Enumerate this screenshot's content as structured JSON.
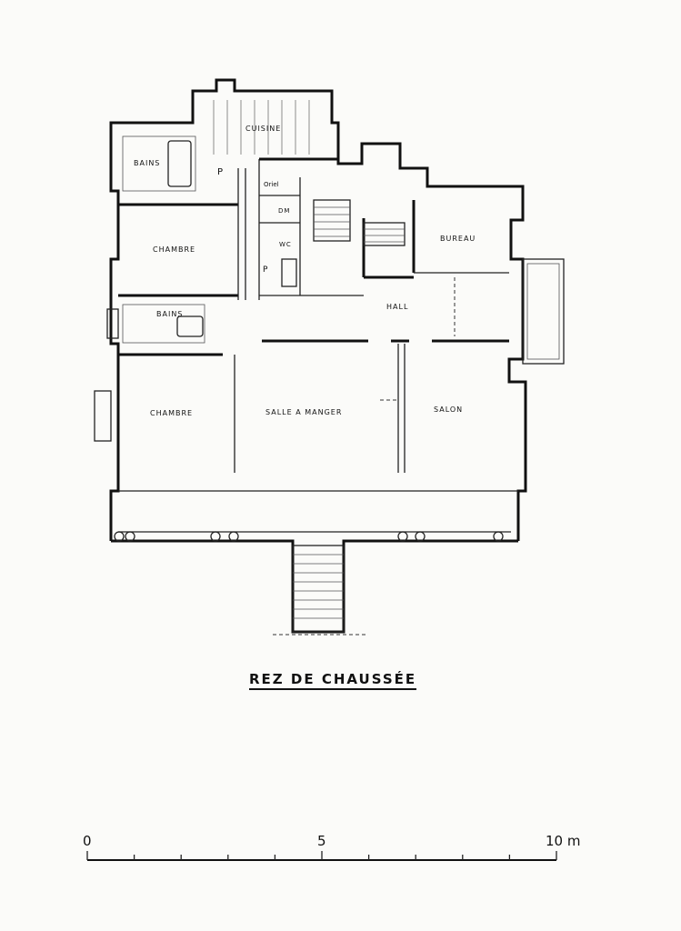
{
  "plan": {
    "title": "REZ DE CHAUSSÉE",
    "rooms": {
      "cuisine": "CUISINE",
      "bains_1": "BAINS",
      "bains_2": "BAINS",
      "chambre_1": "CHAMBRE",
      "chambre_2": "CHAMBRE",
      "bureau": "BUREAU",
      "hall": "HALL",
      "salle_a_manger": "SALLE  A  MANGER",
      "salon": "SALON",
      "wc": "WC",
      "dm": "DM",
      "p_1": "P",
      "p_2": "P",
      "oriel": "Oriel"
    }
  },
  "scale": {
    "labels": [
      "0",
      "5",
      "10 m"
    ],
    "min_m": 0,
    "max_m": 10,
    "ticks": 10
  }
}
